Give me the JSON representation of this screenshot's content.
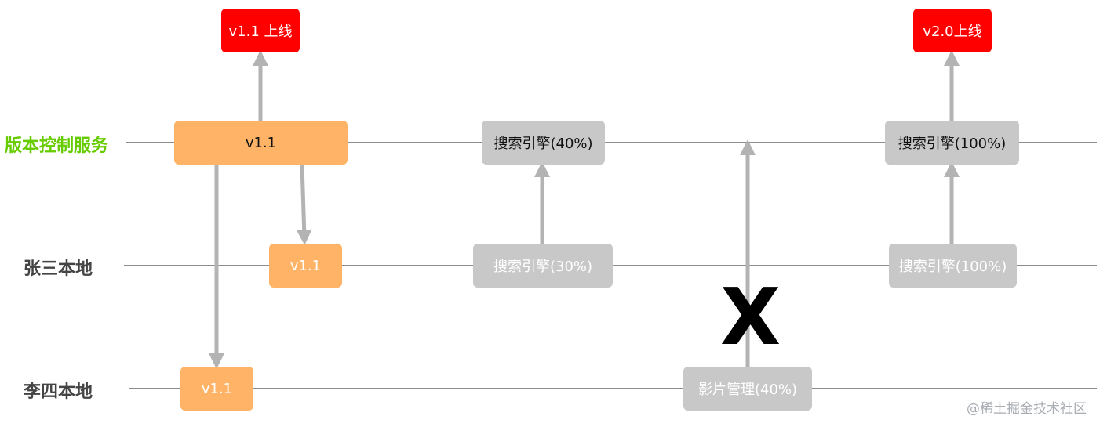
{
  "lanes": {
    "version_control": "版本控制服务",
    "zhangsan": "张三本地",
    "lisi": "李四本地"
  },
  "boxes": {
    "release_v11": "v1.1 上线",
    "release_v20": "v2.0上线",
    "vc_v11": "v1.1",
    "zs_v11": "v1.1",
    "ls_v11": "v1.1",
    "vc_search_40": "搜索引擎(40%)",
    "zs_search_30": "搜索引擎(30%)",
    "vc_search_100": "搜索引擎(100%)",
    "zs_search_100": "搜索引擎(100%)",
    "ls_film_40": "影片管理(40%)"
  },
  "conflict_mark": "X",
  "watermark": "@稀土掘金技术社区",
  "colors": {
    "release_red": "#ff0000",
    "version_orange": "#ffb366",
    "task_gray": "#c8c8c8",
    "arrow_gray": "#b3b3b3",
    "line_gray": "#8c8c8c",
    "label_green": "#66cc00",
    "label_dark": "#444444"
  }
}
